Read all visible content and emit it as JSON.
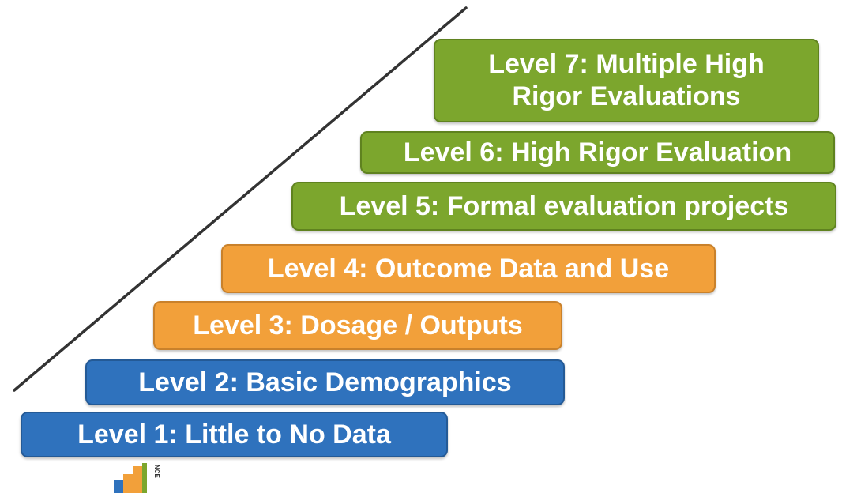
{
  "levels": [
    {
      "label": "Level 1: Little to No Data",
      "color": "#2f72bd"
    },
    {
      "label": "Level 2: Basic Demographics",
      "color": "#2f72bd"
    },
    {
      "label": "Level 3: Dosage / Outputs",
      "color": "#f2a03a"
    },
    {
      "label": "Level 4: Outcome Data and Use",
      "color": "#f2a03a"
    },
    {
      "label": "Level 5: Formal evaluation projects",
      "color": "#7ca62d"
    },
    {
      "label": "Level 6: High Rigor Evaluation",
      "color": "#7ca62d"
    },
    {
      "label": "Level 7: Multiple High\nRigor Evaluations",
      "color": "#7ca62d"
    }
  ],
  "logo": {
    "partial_text": "NCE"
  }
}
